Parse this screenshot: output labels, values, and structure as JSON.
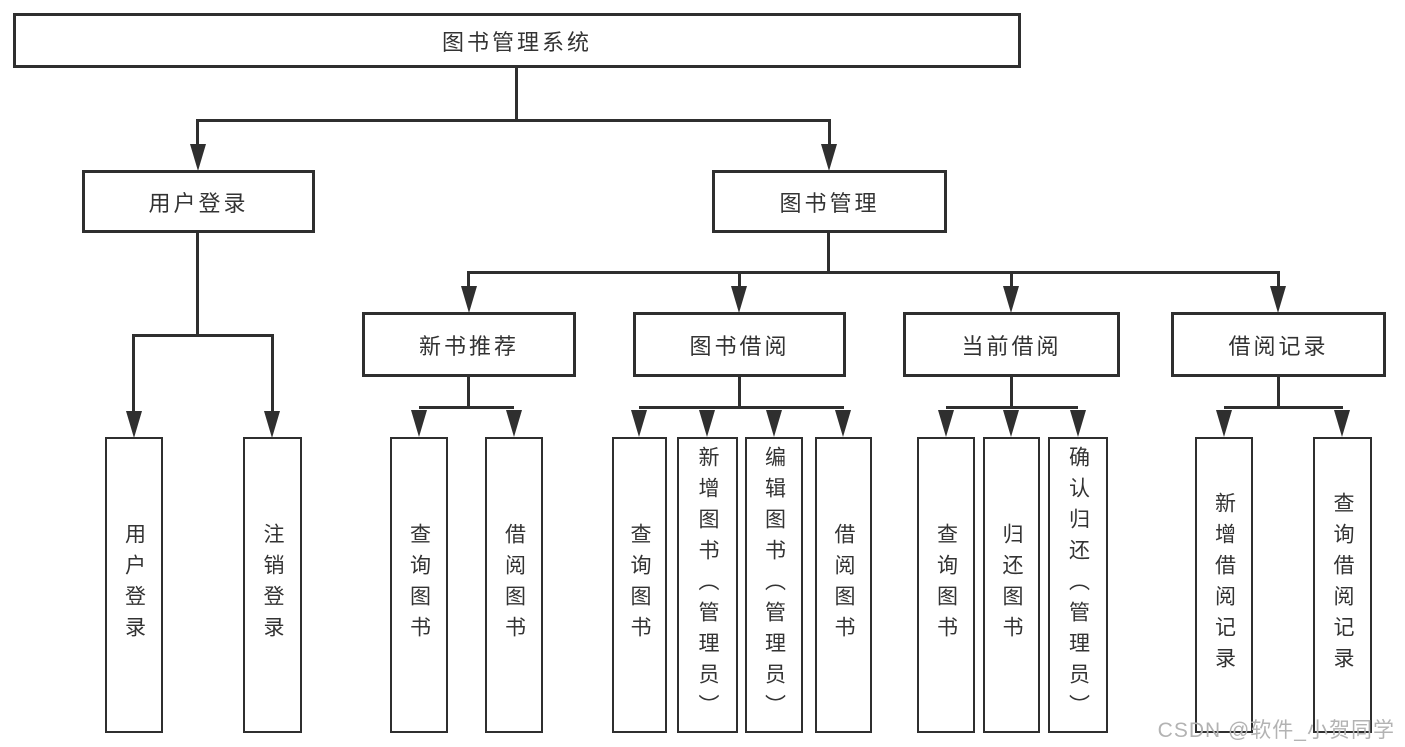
{
  "diagram": {
    "root": "图书管理系统",
    "level2": {
      "user_login": "用户登录",
      "book_mgmt": "图书管理"
    },
    "level3": {
      "new_books": "新书推荐",
      "book_borrow": "图书借阅",
      "current_borrow": "当前借阅",
      "borrow_records": "借阅记录"
    },
    "leaves": {
      "user_login": "用户登录",
      "logout": "注销登录",
      "nb_query": "查询图书",
      "nb_borrow": "借阅图书",
      "bb_query": "查询图书",
      "bb_add": "新增图书（管理员）",
      "bb_edit": "编辑图书（管理员）",
      "bb_borrow": "借阅图书",
      "cb_query": "查询图书",
      "cb_return": "归还图书",
      "cb_confirm": "确认归还（管理员）",
      "br_add": "新增借阅记录",
      "br_query": "查询借阅记录"
    }
  },
  "watermark": "CSDN @软件_小贺同学"
}
